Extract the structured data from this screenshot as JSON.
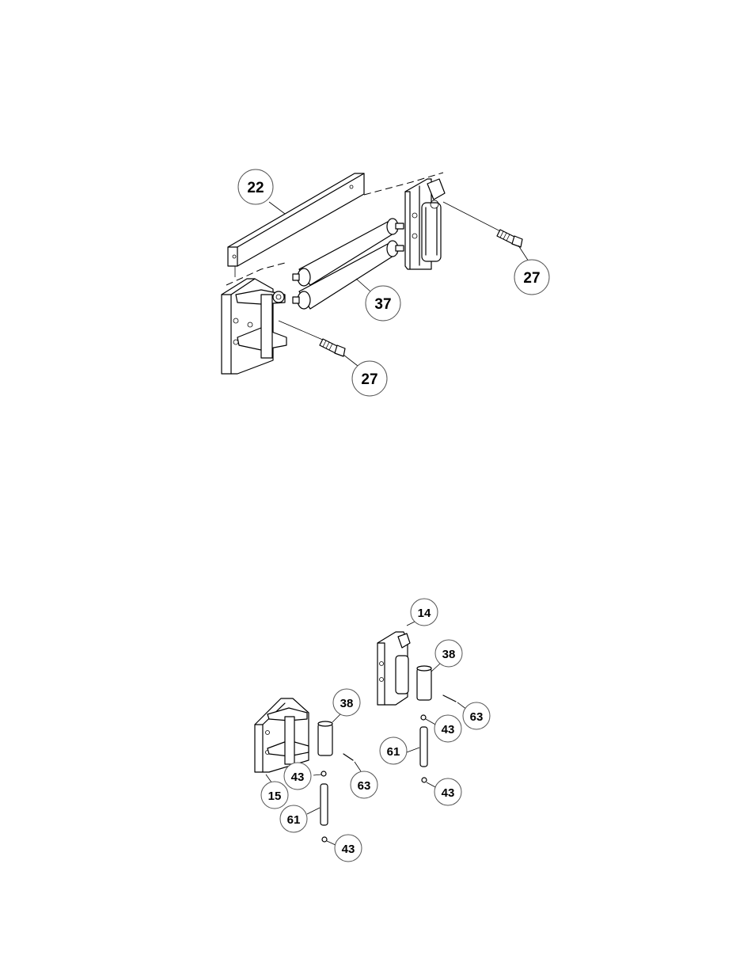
{
  "callouts_top": [
    "22",
    "27",
    "37",
    "27"
  ],
  "callouts_bottom": [
    "14",
    "38",
    "63",
    "43",
    "61",
    "43",
    "38",
    "43",
    "63",
    "15",
    "61",
    "43"
  ]
}
